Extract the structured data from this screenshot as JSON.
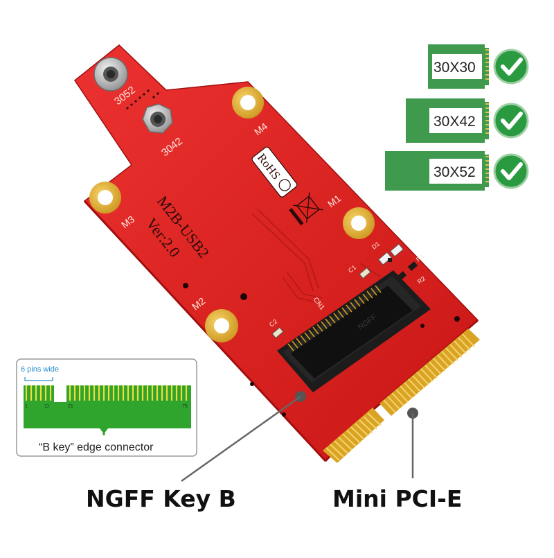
{
  "board": {
    "model_line1": "M2B-USB2",
    "model_line2": "Ver:2.0",
    "rohs": "RoHS",
    "holes": {
      "m1": "M1",
      "m2": "M2",
      "m3": "M3",
      "m4": "M4",
      "h3042": "3042",
      "h3052": "3052"
    },
    "refs": {
      "cn1": "CN1",
      "c1": "C1",
      "c2": "C2",
      "r1": "R1",
      "r2": "R2",
      "d1": "D1"
    },
    "socket_print": "NGFF"
  },
  "sizes": [
    {
      "label": "30X30",
      "supported": true
    },
    {
      "label": "30X42",
      "supported": true
    },
    {
      "label": "30X52",
      "supported": true
    }
  ],
  "inset": {
    "title": "6 pins wide",
    "pins": [
      "1",
      "11",
      "21",
      "75"
    ],
    "caption": "“B key”  edge connector"
  },
  "callouts": {
    "left": "NGFF Key B",
    "right": "Mini PCI-E"
  },
  "colors": {
    "pcb_red": "#e0201e",
    "gold": "#e8b62c",
    "size_green": "#3f9a4e",
    "check_green": "#2a9a40",
    "inset_blue": "#2a8fd0",
    "inset_green": "#2fa52e"
  }
}
